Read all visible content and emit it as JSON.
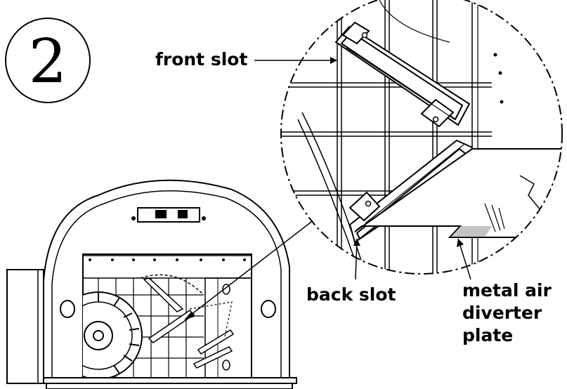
{
  "step_number": "2",
  "labels": {
    "front_slot": "front slot",
    "back_slot": "back slot",
    "diverter_line1": "metal air",
    "diverter_line2": "diverter",
    "diverter_line3": "plate"
  },
  "colors": {
    "ink": "#000000",
    "paper": "#ffffff",
    "detail_gray": "#555555"
  }
}
